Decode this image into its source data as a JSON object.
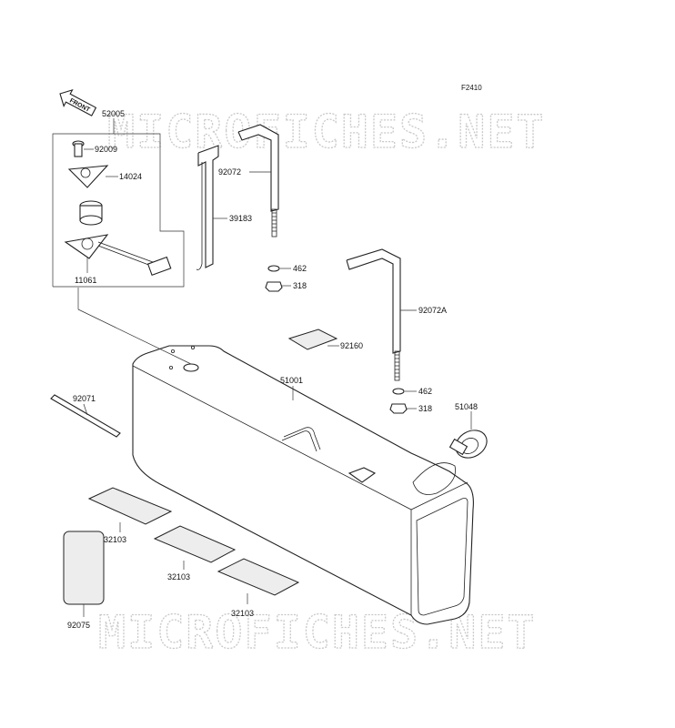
{
  "figure_code": "F2410",
  "watermark": "MICROFICHES.NET",
  "front_label": "FRONT",
  "parts": {
    "p52005": "52005",
    "p92009": "92009",
    "p14024": "14024",
    "p11061": "11061",
    "p92072": "92072",
    "p39183": "39183",
    "p462a": "462",
    "p318a": "318",
    "p92072A": "92072A",
    "p92160": "92160",
    "p51001": "51001",
    "p462b": "462",
    "p318b": "318",
    "p51048": "51048",
    "p92071": "92071",
    "p32103a": "32103",
    "p32103b": "32103",
    "p32103c": "32103",
    "p92075": "92075"
  }
}
